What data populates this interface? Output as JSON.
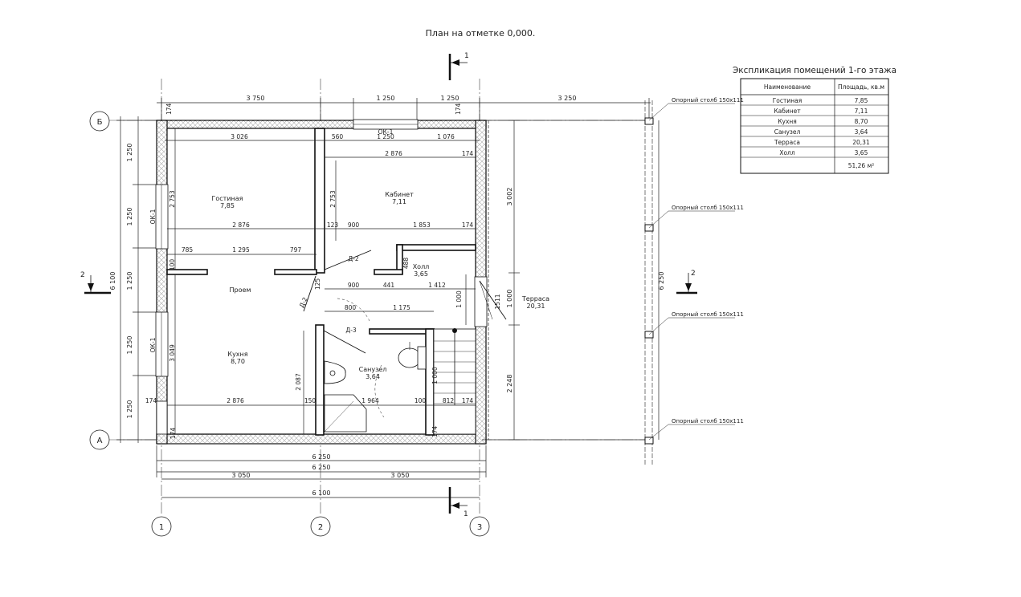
{
  "title": "План на отметке 0,000.",
  "section_marks": {
    "one": "1",
    "two": "2"
  },
  "axes": {
    "a": "А",
    "b": "Б",
    "n1": "1",
    "n2": "2",
    "n3": "3"
  },
  "top_dims": [
    "3 750",
    "1 250",
    "1 250",
    "3 250"
  ],
  "inner_top_dims": [
    "3 026",
    "560",
    "1 250",
    "1 076"
  ],
  "bottom_dims": [
    "6 250",
    "6 250",
    "3 050",
    "3 050",
    "6 100"
  ],
  "left_dims": [
    "1 250",
    "1 250",
    "1 250",
    "1 250",
    "1 250"
  ],
  "left_total": "6 100",
  "right_total": "6 250",
  "right_dims": [
    "3 002",
    "1 000",
    "2 248"
  ],
  "windows": {
    "ok1": "ОК-1",
    "ok1_left_top": "ОК-1",
    "ok1_left_bottom": "ОК-1"
  },
  "doors": {
    "d2a": "Д-2",
    "d2b": "Д-2",
    "d3": "Д-3"
  },
  "rooms": {
    "living": {
      "name": "Гостиная",
      "area": "7,85"
    },
    "office": {
      "name": "Кабинет",
      "area": "7,11"
    },
    "hall": {
      "name": "Холл",
      "area": "3,65"
    },
    "opening": {
      "name": "Проем"
    },
    "kitchen": {
      "name": "Кухня",
      "area": "8,70"
    },
    "bathroom": {
      "name": "Санузел",
      "area": "3,64"
    },
    "terrace": {
      "name": "Терраса",
      "area": "20,31"
    }
  },
  "inner_dims": {
    "living_w": "2 876",
    "living_h": "2 753",
    "office_w": "2 876",
    "office_h": "2 753",
    "office_174": "174",
    "wall_174_top": "174",
    "wall_174_a": "174",
    "mid_123": "123",
    "mid_900": "900",
    "mid_1853": "1 853",
    "mid_174": "174",
    "op_785": "785",
    "op_1295": "1 295",
    "op_797": "797",
    "op_100": "100",
    "hall_488": "488",
    "hall_900": "900",
    "hall_441": "441",
    "hall_1412": "1 412",
    "hall_1000": "1 000",
    "hall_125": "125",
    "b_800": "800",
    "b_1175": "1 175",
    "k_3049": "3 049",
    "k_2087": "2 087",
    "k_2876": "2 876",
    "k_174": "174",
    "k_174b": "174",
    "b_150": "150",
    "b_1964": "1 964",
    "b_100": "100",
    "b_812": "812",
    "b_174": "174",
    "b_174c": "174",
    "st_1000": "1 000",
    "t_1511": "1511"
  },
  "posts": [
    "Опорный столб 150х111",
    "Опорный столб 150х111",
    "Опорный столб 150х111",
    "Опорный столб 150х111"
  ],
  "schedule": {
    "title": "Экспликация помещений 1-го этажа",
    "headers": [
      "Наименование",
      "Площадь, кв.м"
    ],
    "rows": [
      [
        "Гостиная",
        "7,85"
      ],
      [
        "Кабинет",
        "7,11"
      ],
      [
        "Кухня",
        "8,70"
      ],
      [
        "Санузел",
        "3,64"
      ],
      [
        "Терраса",
        "20,31"
      ],
      [
        "Холл",
        "3,65"
      ]
    ],
    "total": "51,26 м²"
  }
}
